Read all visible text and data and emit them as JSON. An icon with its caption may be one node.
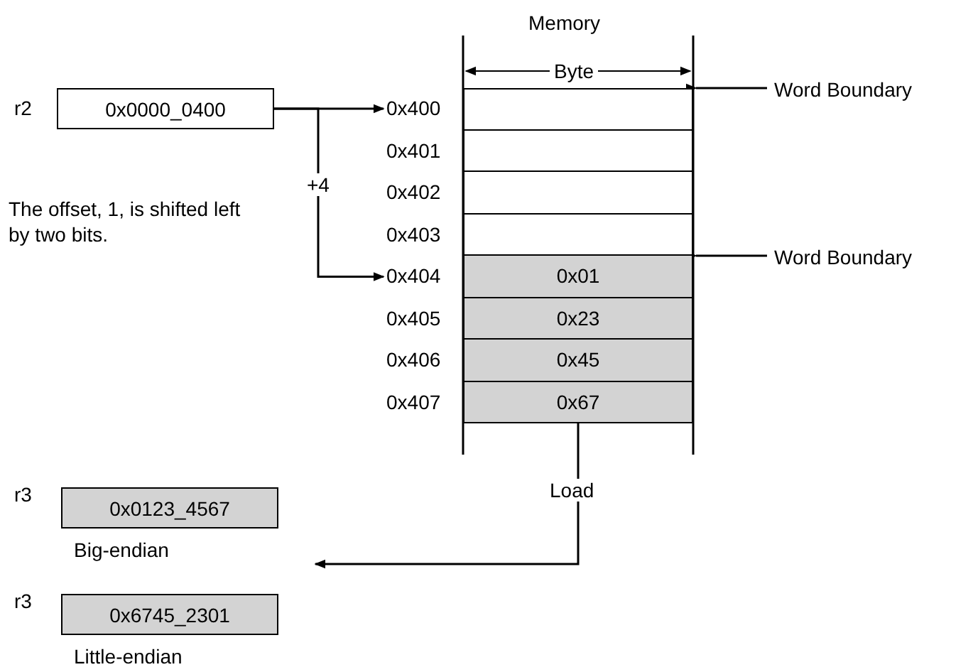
{
  "diagram": {
    "nodes": [
      {
        "text": [
          "0x0000_0400"
        ],
        "beside": [
          "r2"
        ]
      },
      {
        "text": [],
        "shape": "box",
        "beside": [
          "0x400"
        ]
      },
      {
        "text": [],
        "shape": "box",
        "beside": [
          "0x401"
        ]
      },
      {
        "text": [],
        "shape": "box",
        "beside": [
          "0x402"
        ]
      },
      {
        "text": [],
        "shape": "box",
        "beside": [
          "0x403"
        ]
      },
      {
        "text": [
          "0x01"
        ],
        "beside": [
          "0x404"
        ]
      },
      {
        "text": [
          "0x23"
        ],
        "beside": [
          "0x405"
        ]
      },
      {
        "text": [
          "0x45"
        ],
        "beside": [
          "0x406"
        ]
      },
      {
        "text": [
          "0x67"
        ],
        "beside": [
          "0x407"
        ]
      },
      {
        "text": [
          "Word Boundary"
        ]
      },
      {
        "text": [
          "Word Boundary"
        ]
      },
      {
        "text": [
          "0x0123_4567"
        ],
        "beside": [
          "r3",
          "Big-endian"
        ]
      },
      {
        "text": [
          "0x6745_2301"
        ],
        "beside": [
          "r3",
          "Little-endian"
        ]
      }
    ],
    "edges": [
      {
        "from": 0,
        "to": 1,
        "arrow": "to"
      },
      {
        "from": 0,
        "to": 5,
        "arrow": "to",
        "label": "+4"
      },
      {
        "from": 9,
        "to": 1,
        "arrow": "to"
      },
      {
        "from": 10,
        "to": 5,
        "arrow": "to"
      },
      {
        "from": 8,
        "to": null,
        "arrow": "to",
        "label": "Load"
      }
    ],
    "labels": [
      "Memory",
      "Byte",
      "The offset, 1, is shifted left by two bits."
    ]
  }
}
